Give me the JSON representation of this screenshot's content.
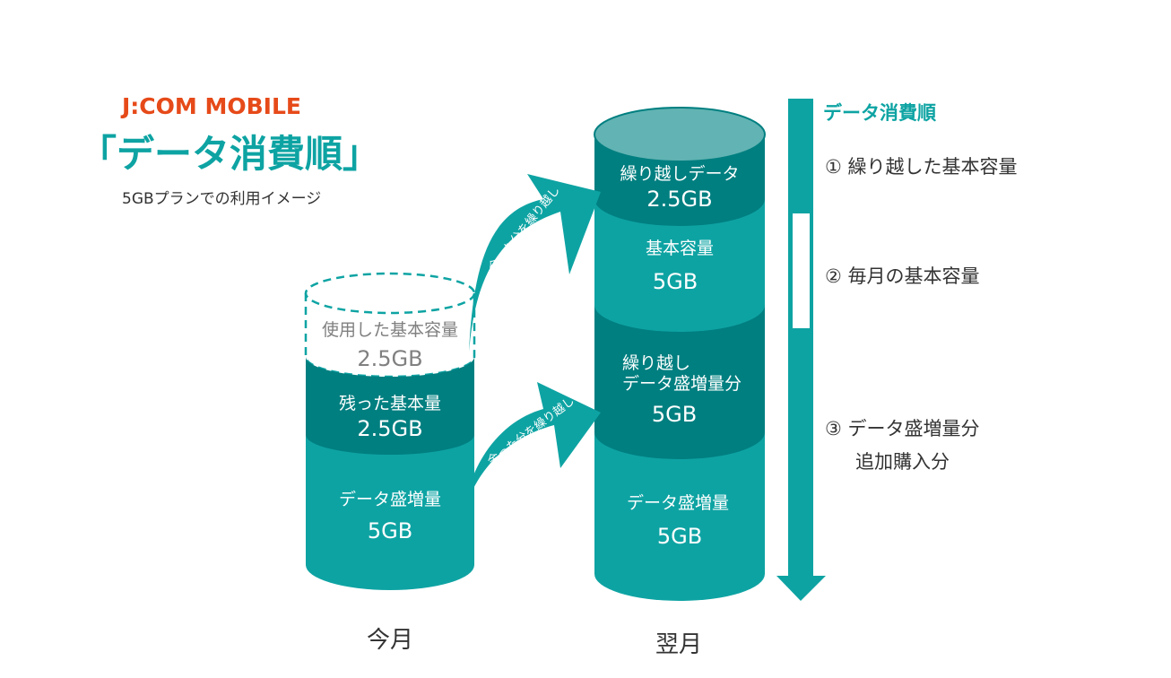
{
  "brand": {
    "logo_text": "J:COM MOBILE",
    "title": "「データ消費順」",
    "subtitle": "5GBプランでの利用イメージ"
  },
  "colors": {
    "accent_orange": "#e64a19",
    "teal": "#0ea3a3",
    "teal_dark": "#007f80",
    "teal_top": "#62b3b3",
    "used_text": "#808080",
    "text_dark": "#333333"
  },
  "this_month": {
    "label": "今月",
    "used": {
      "label": "使用した基本容量",
      "value": "2.5GB"
    },
    "remaining": {
      "label": "残った基本量",
      "value": "2.5GB"
    },
    "boost": {
      "label": "データ盛増量",
      "value": "5GB"
    }
  },
  "next_month": {
    "label": "翌月",
    "carryover_data": {
      "label": "繰り越しデータ",
      "value": "2.5GB"
    },
    "base": {
      "label": "基本容量",
      "value": "5GB"
    },
    "carryover_boost": {
      "label_line1": "繰り越し",
      "label_line2": "データ盛増量分",
      "value": "5GB"
    },
    "boost": {
      "label": "データ盛増量",
      "value": "5GB"
    }
  },
  "arrows": {
    "upper_text": "余った分を繰り越し",
    "lower_text": "余った分を繰り越し"
  },
  "consumption_order": {
    "title": "データ消費順",
    "items": [
      {
        "label_line1": "① 繰り越した基本容量",
        "label_line2": ""
      },
      {
        "label_line1": "② 毎月の基本容量",
        "label_line2": ""
      },
      {
        "label_line1": "③ データ盛増量分",
        "label_line2": "追加購入分"
      }
    ]
  }
}
